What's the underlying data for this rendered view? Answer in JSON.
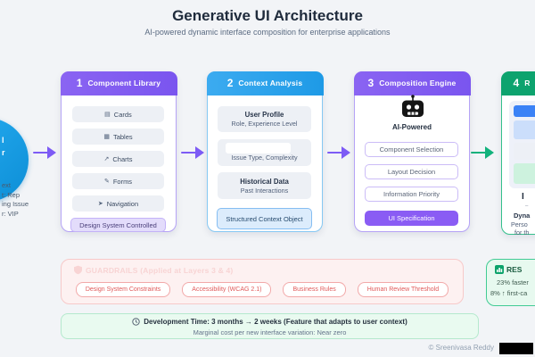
{
  "title": "Generative UI Architecture",
  "subtitle": "AI-powered dynamic interface composition for enterprise applications",
  "source": {
    "circle_text_fragments": [
      "l",
      "r"
    ],
    "caption_fragments": [
      "ext",
      "t: Rep",
      "ing Issue",
      "r: VIP"
    ]
  },
  "panels": {
    "library": {
      "number": "1",
      "title": "Component Library",
      "items": [
        {
          "glyph": "▤",
          "label": "Cards"
        },
        {
          "glyph": "▦",
          "label": "Tables"
        },
        {
          "glyph": "↗",
          "label": "Charts"
        },
        {
          "glyph": "✎",
          "label": "Forms"
        },
        {
          "glyph": "➤",
          "label": "Navigation"
        }
      ],
      "footer": "Design System Controlled"
    },
    "context": {
      "number": "2",
      "title": "Context Analysis",
      "items": [
        {
          "title": "User Profile",
          "subtitle": "Role, Experience Level"
        },
        {
          "title": "",
          "subtitle": "Issue Type, Complexity"
        },
        {
          "title": "Historical Data",
          "subtitle": "Past Interactions"
        }
      ],
      "footer": "Structured Context Object"
    },
    "engine": {
      "number": "3",
      "title": "Composition Engine",
      "ai_label": "AI-Powered",
      "items": [
        "Component Selection",
        "Layout Decision",
        "Information Priority"
      ],
      "footer": "UI Specification"
    },
    "render": {
      "number": "4",
      "title_fragment": "R",
      "heading_fragment": "I",
      "sub_fragment": "–",
      "line_fragments": [
        "Dyna",
        "Perso",
        "for th"
      ],
      "bar_colors": [
        "#3b82f6",
        "#cbdefb",
        "#edf0f6",
        "#cdf2de"
      ]
    }
  },
  "guardrails": {
    "title": "GUARDRAILS (Applied at Layers 3 & 4)",
    "pills": [
      "Design System Constraints",
      "Accessibility (WCAG 2.1)",
      "Business Rules",
      "Human Review Threshold"
    ]
  },
  "results": {
    "title_fragment": "RES",
    "lines": [
      "23% faster",
      "8% ↑ first-ca"
    ]
  },
  "metrics_bar": {
    "line1": "Development Time: 3 months → 2 weeks (Feature that adapts to user context)",
    "line2": "Marginal cost per new interface variation: Near zero"
  },
  "credit": "© Sreenivasa Reddy",
  "colors": {
    "purple_header": "#7c5cf0",
    "blue_header": "#2ea6ec",
    "green_header": "#0da36e",
    "source_cyan": "#1aa7e8",
    "guardrail_red": "#e05a5a",
    "results_green": "#41cb94"
  }
}
